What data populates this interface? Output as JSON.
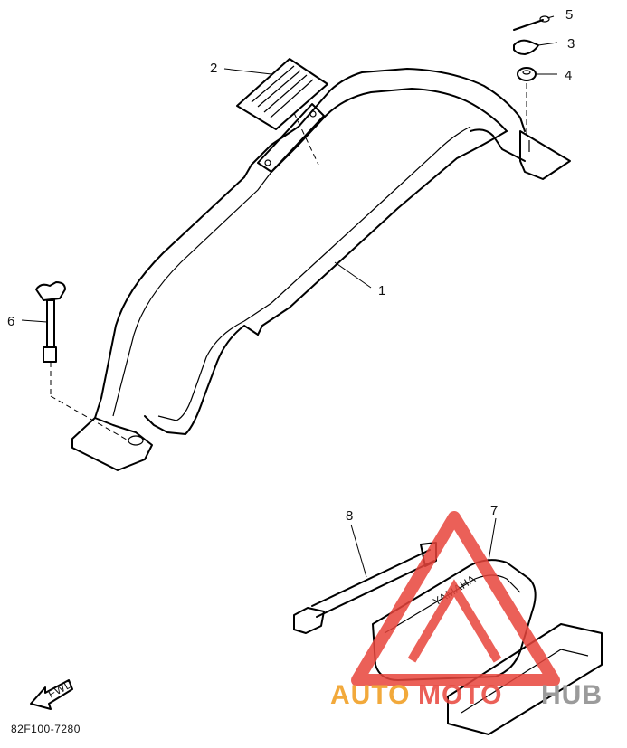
{
  "diagram": {
    "callouts": [
      "1",
      "2",
      "3",
      "4",
      "5",
      "6",
      "7",
      "8"
    ],
    "fwd_label": "FWD",
    "pad_brand": "YAMAHA",
    "figure_code": "82F100-7280"
  },
  "watermark": {
    "text_part1": "AUTO",
    "text_part2": "MOTO",
    "text_part3": "HUB",
    "color_orange": "#f2a93b",
    "color_red": "#e8453c",
    "color_gray": "#9b9b9b"
  }
}
